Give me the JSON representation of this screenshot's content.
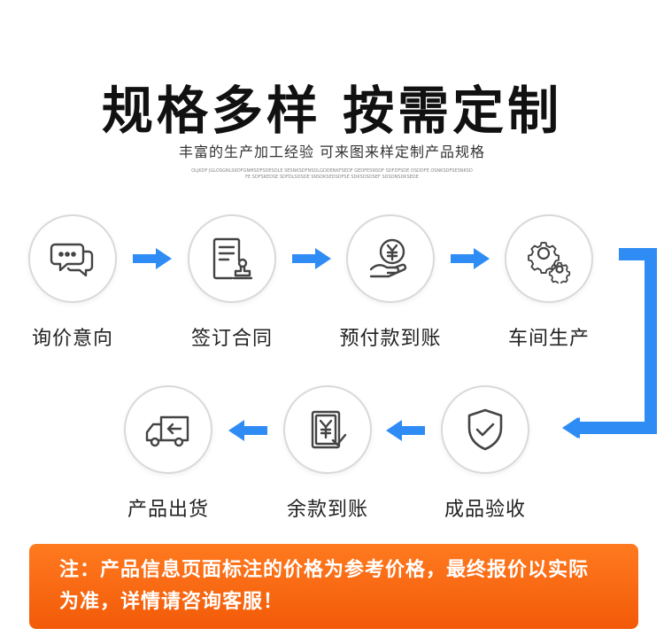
{
  "header": {
    "title": "规格多样 按需定制",
    "subtitle": "丰富的生产加工经验 可来图来样定制产品规格",
    "fine_print": "OLJKDF JGLOSGNLSKDFGNMSDFSDESDLE SESNKSDFNSDLGDDENKFSEDF GEDFESNSDF SDFDFSDE OSDDFE OSNKSDFSESNKSDFE SDFSKEDSE SDFDLSDSDE SNSDKSEDSDFSE SDKSDSDSEF SDSDNSDKSEDE"
  },
  "steps": [
    {
      "label": "询价意向",
      "icon": "chat-bubbles-icon"
    },
    {
      "label": "签订合同",
      "icon": "contract-stamp-icon"
    },
    {
      "label": "预付款到账",
      "icon": "yuan-coin-hand-icon"
    },
    {
      "label": "车间生产",
      "icon": "gears-icon"
    },
    {
      "label": "成品验收",
      "icon": "shield-check-icon"
    },
    {
      "label": "余款到账",
      "icon": "yuan-receipt-icon"
    },
    {
      "label": "产品出货",
      "icon": "delivery-truck-icon"
    }
  ],
  "note": {
    "text": "注：产品信息页面标注的价格为参考价格，最终报价以实际为准，详情请咨询客服！"
  },
  "colors": {
    "arrow": "#2f8cf5",
    "note_background": "#f26a10",
    "circle_border": "#d9d9d9",
    "icon_stroke": "#444444"
  }
}
